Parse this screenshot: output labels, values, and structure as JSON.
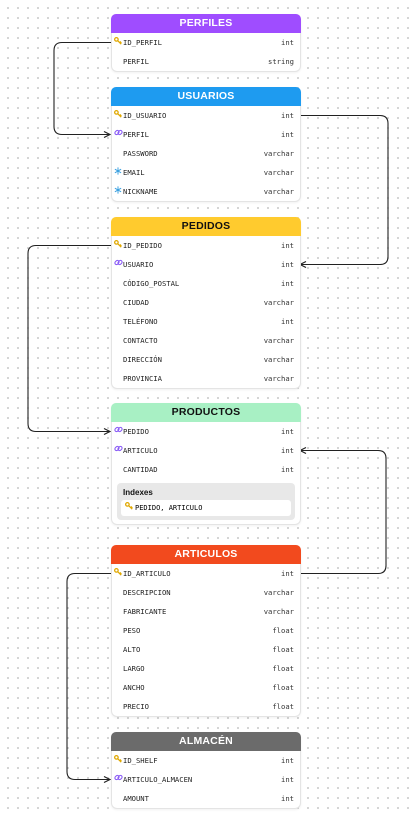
{
  "tables": [
    {
      "id": "perfiles",
      "title": "PERFILES",
      "header_bg": "#9f4dff",
      "header_fg": "#ffffff",
      "fields": [
        {
          "icon": "key-icon",
          "name": "ID_PERFIL",
          "type": "int"
        },
        {
          "icon": "",
          "name": "PERFIL",
          "type": "string"
        }
      ]
    },
    {
      "id": "usuarios",
      "title": "USUARIOS",
      "header_bg": "#1e9bf0",
      "header_fg": "#ffffff",
      "fields": [
        {
          "icon": "key-icon",
          "name": "ID_USUARIO",
          "type": "int"
        },
        {
          "icon": "link-icon",
          "name": "PERFIL",
          "type": "int"
        },
        {
          "icon": "",
          "name": "PASSWORD",
          "type": "varchar"
        },
        {
          "icon": "snowflake-icon",
          "name": "EMAIL",
          "type": "varchar"
        },
        {
          "icon": "snowflake-icon",
          "name": "NICKNAME",
          "type": "varchar"
        }
      ]
    },
    {
      "id": "pedidos",
      "title": "PEDIDOS",
      "header_bg": "#ffcb2e",
      "header_fg": "#111111",
      "fields": [
        {
          "icon": "key-icon",
          "name": "ID_PEDIDO",
          "type": "int"
        },
        {
          "icon": "link-icon",
          "name": "USUARIO",
          "type": "int"
        },
        {
          "icon": "",
          "name": "CÓDIGO_POSTAL",
          "type": "int"
        },
        {
          "icon": "",
          "name": "CIUDAD",
          "type": "varchar"
        },
        {
          "icon": "",
          "name": "TELÉFONO",
          "type": "int"
        },
        {
          "icon": "",
          "name": "CONTACTO",
          "type": "varchar"
        },
        {
          "icon": "",
          "name": "DIRECCIÓN",
          "type": "varchar"
        },
        {
          "icon": "",
          "name": "PROVINCIA",
          "type": "varchar"
        }
      ]
    },
    {
      "id": "productos",
      "title": "PRODUCTOS",
      "header_bg": "#a8f0c4",
      "header_fg": "#111111",
      "fields": [
        {
          "icon": "link-icon",
          "name": "PEDIDO",
          "type": "int"
        },
        {
          "icon": "link-icon",
          "name": "ARTICULO",
          "type": "int"
        },
        {
          "icon": "",
          "name": "CANTIDAD",
          "type": "int"
        }
      ],
      "indexes": {
        "title": "Indexes",
        "items": [
          {
            "icon": "key-icon",
            "name": "PEDIDO, ARTICULO"
          }
        ]
      }
    },
    {
      "id": "articulos",
      "title": "ARTICULOS",
      "header_bg": "#f24a1e",
      "header_fg": "#ffffff",
      "fields": [
        {
          "icon": "key-icon",
          "name": "ID_ARTICULO",
          "type": "int"
        },
        {
          "icon": "",
          "name": "DESCRIPCION",
          "type": "varchar"
        },
        {
          "icon": "",
          "name": "FABRICANTE",
          "type": "varchar"
        },
        {
          "icon": "",
          "name": "PESO",
          "type": "float"
        },
        {
          "icon": "",
          "name": "ALTO",
          "type": "float"
        },
        {
          "icon": "",
          "name": "LARGO",
          "type": "float"
        },
        {
          "icon": "",
          "name": "ANCHO",
          "type": "float"
        },
        {
          "icon": "",
          "name": "PRECIO",
          "type": "float"
        }
      ]
    },
    {
      "id": "almacen",
      "title": "ALMACÉN",
      "header_bg": "#6b6b6b",
      "header_fg": "#ffffff",
      "fields": [
        {
          "icon": "key-icon",
          "name": "ID_SHELF",
          "type": "int"
        },
        {
          "icon": "link-icon",
          "name": "ARTICULO_ALMACEN",
          "type": "int"
        },
        {
          "icon": "",
          "name": "AMOUNT",
          "type": "int"
        }
      ]
    }
  ],
  "relations": [
    {
      "from_table": "perfiles",
      "from_field": "ID_PERFIL",
      "to_table": "usuarios",
      "to_field": "PERFIL"
    },
    {
      "from_table": "usuarios",
      "from_field": "ID_USUARIO",
      "to_table": "pedidos",
      "to_field": "USUARIO"
    },
    {
      "from_table": "pedidos",
      "from_field": "ID_PEDIDO",
      "to_table": "productos",
      "to_field": "PEDIDO"
    },
    {
      "from_table": "articulos",
      "from_field": "ID_ARTICULO",
      "to_table": "productos",
      "to_field": "ARTICULO"
    },
    {
      "from_table": "articulos",
      "from_field": "ID_ARTICULO",
      "to_table": "almacen",
      "to_field": "ARTICULO_ALMACEN"
    }
  ]
}
